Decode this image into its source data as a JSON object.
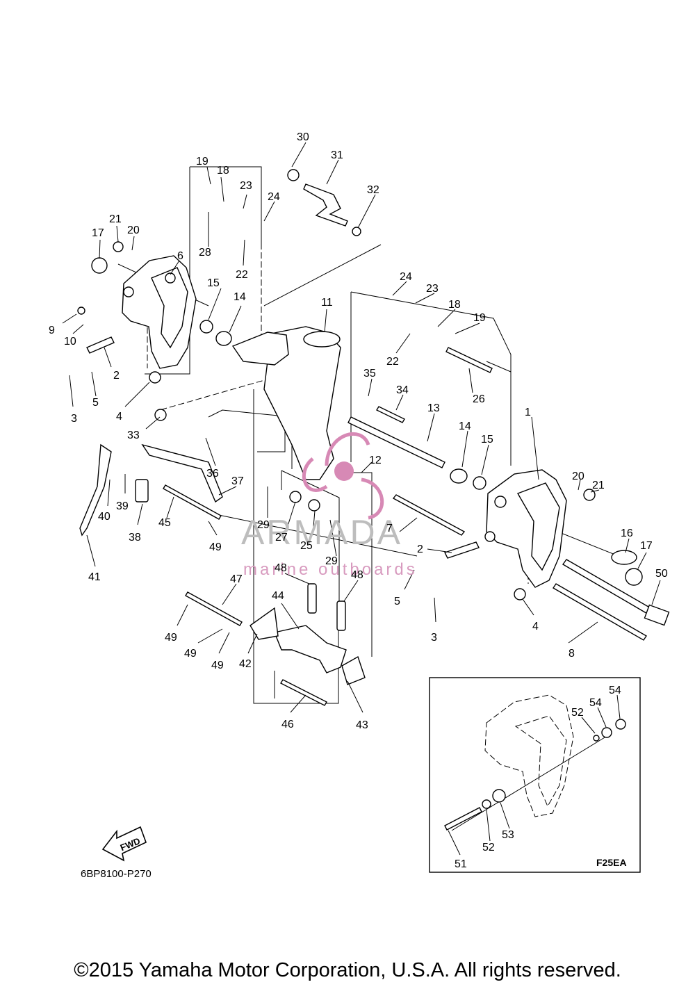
{
  "parts": [
    {
      "id": "1",
      "label": "1"
    },
    {
      "id": "2a",
      "label": "2"
    },
    {
      "id": "2b",
      "label": "2"
    },
    {
      "id": "3a",
      "label": "3"
    },
    {
      "id": "3b",
      "label": "3"
    },
    {
      "id": "4a",
      "label": "4"
    },
    {
      "id": "4b",
      "label": "4"
    },
    {
      "id": "5a",
      "label": "5"
    },
    {
      "id": "5b",
      "label": "5"
    },
    {
      "id": "6",
      "label": "6"
    },
    {
      "id": "7",
      "label": "7"
    },
    {
      "id": "8",
      "label": "8"
    },
    {
      "id": "9",
      "label": "9"
    },
    {
      "id": "10",
      "label": "10"
    },
    {
      "id": "11",
      "label": "11"
    },
    {
      "id": "12",
      "label": "12"
    },
    {
      "id": "13",
      "label": "13"
    },
    {
      "id": "14a",
      "label": "14"
    },
    {
      "id": "14b",
      "label": "14"
    },
    {
      "id": "15a",
      "label": "15"
    },
    {
      "id": "15b",
      "label": "15"
    },
    {
      "id": "16",
      "label": "16"
    },
    {
      "id": "17a",
      "label": "17"
    },
    {
      "id": "17b",
      "label": "17"
    },
    {
      "id": "18a",
      "label": "18"
    },
    {
      "id": "18b",
      "label": "18"
    },
    {
      "id": "19a",
      "label": "19"
    },
    {
      "id": "19b",
      "label": "19"
    },
    {
      "id": "20a",
      "label": "20"
    },
    {
      "id": "20b",
      "label": "20"
    },
    {
      "id": "21a",
      "label": "21"
    },
    {
      "id": "21b",
      "label": "21"
    },
    {
      "id": "22a",
      "label": "22"
    },
    {
      "id": "22b",
      "label": "22"
    },
    {
      "id": "23a",
      "label": "23"
    },
    {
      "id": "23b",
      "label": "23"
    },
    {
      "id": "24a",
      "label": "24"
    },
    {
      "id": "24b",
      "label": "24"
    },
    {
      "id": "25",
      "label": "25"
    },
    {
      "id": "26",
      "label": "26"
    },
    {
      "id": "27",
      "label": "27"
    },
    {
      "id": "28",
      "label": "28"
    },
    {
      "id": "29a",
      "label": "29"
    },
    {
      "id": "29b",
      "label": "29"
    },
    {
      "id": "30",
      "label": "30"
    },
    {
      "id": "31",
      "label": "31"
    },
    {
      "id": "32",
      "label": "32"
    },
    {
      "id": "33",
      "label": "33"
    },
    {
      "id": "34",
      "label": "34"
    },
    {
      "id": "35",
      "label": "35"
    },
    {
      "id": "36",
      "label": "36"
    },
    {
      "id": "37",
      "label": "37"
    },
    {
      "id": "38",
      "label": "38"
    },
    {
      "id": "39",
      "label": "39"
    },
    {
      "id": "40",
      "label": "40"
    },
    {
      "id": "41",
      "label": "41"
    },
    {
      "id": "42",
      "label": "42"
    },
    {
      "id": "43",
      "label": "43"
    },
    {
      "id": "44",
      "label": "44"
    },
    {
      "id": "45",
      "label": "45"
    },
    {
      "id": "46",
      "label": "46"
    },
    {
      "id": "47",
      "label": "47"
    },
    {
      "id": "48a",
      "label": "48"
    },
    {
      "id": "48b",
      "label": "48"
    },
    {
      "id": "49a",
      "label": "49"
    },
    {
      "id": "49b",
      "label": "49"
    },
    {
      "id": "49c",
      "label": "49"
    },
    {
      "id": "49d",
      "label": "49"
    },
    {
      "id": "50",
      "label": "50"
    },
    {
      "id": "51",
      "label": "51"
    },
    {
      "id": "52a",
      "label": "52"
    },
    {
      "id": "52b",
      "label": "52"
    },
    {
      "id": "53",
      "label": "53"
    },
    {
      "id": "54a",
      "label": "54"
    },
    {
      "id": "54b",
      "label": "54"
    }
  ],
  "inset_label": "F25EA",
  "fwd_label": "FWD",
  "diagram_code": "6BP8100-P270",
  "watermark": {
    "brand": "ARMADA",
    "tagline": "marine outboards",
    "logo_color": "#d789b5"
  },
  "copyright": "©2015 Yamaha Motor Corporation, U.S.A. All rights reserved."
}
